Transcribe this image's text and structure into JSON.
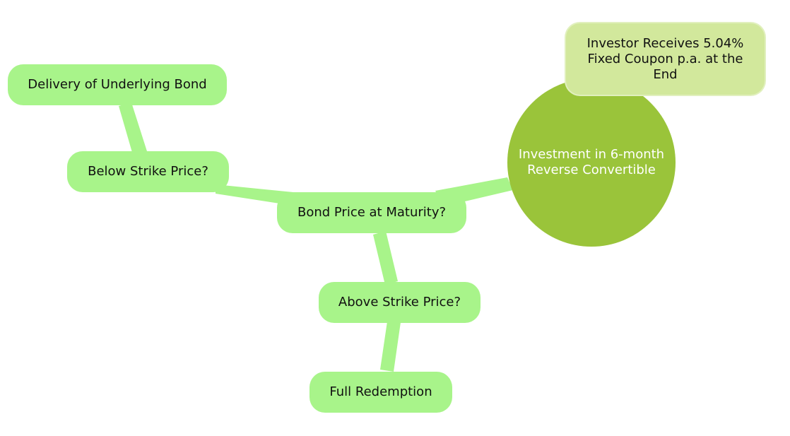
{
  "colors": {
    "branch_node": "#a8f48a",
    "connector": "#a8f48a",
    "root_node": "#9ac43a",
    "callout_node": "#d2e89c"
  },
  "mindmap": {
    "root": {
      "label": "Investment in 6-month Reverse Convertible"
    },
    "callout": {
      "label": "Investor Receives 5.04% Fixed Coupon p.a. at the End"
    },
    "center": {
      "label": "Bond Price at Maturity?"
    },
    "below_branch": {
      "label": "Below Strike Price?"
    },
    "below_outcome": {
      "label": "Delivery of Underlying Bond"
    },
    "above_branch": {
      "label": "Above Strike Price?"
    },
    "above_outcome": {
      "label": "Full Redemption"
    }
  }
}
